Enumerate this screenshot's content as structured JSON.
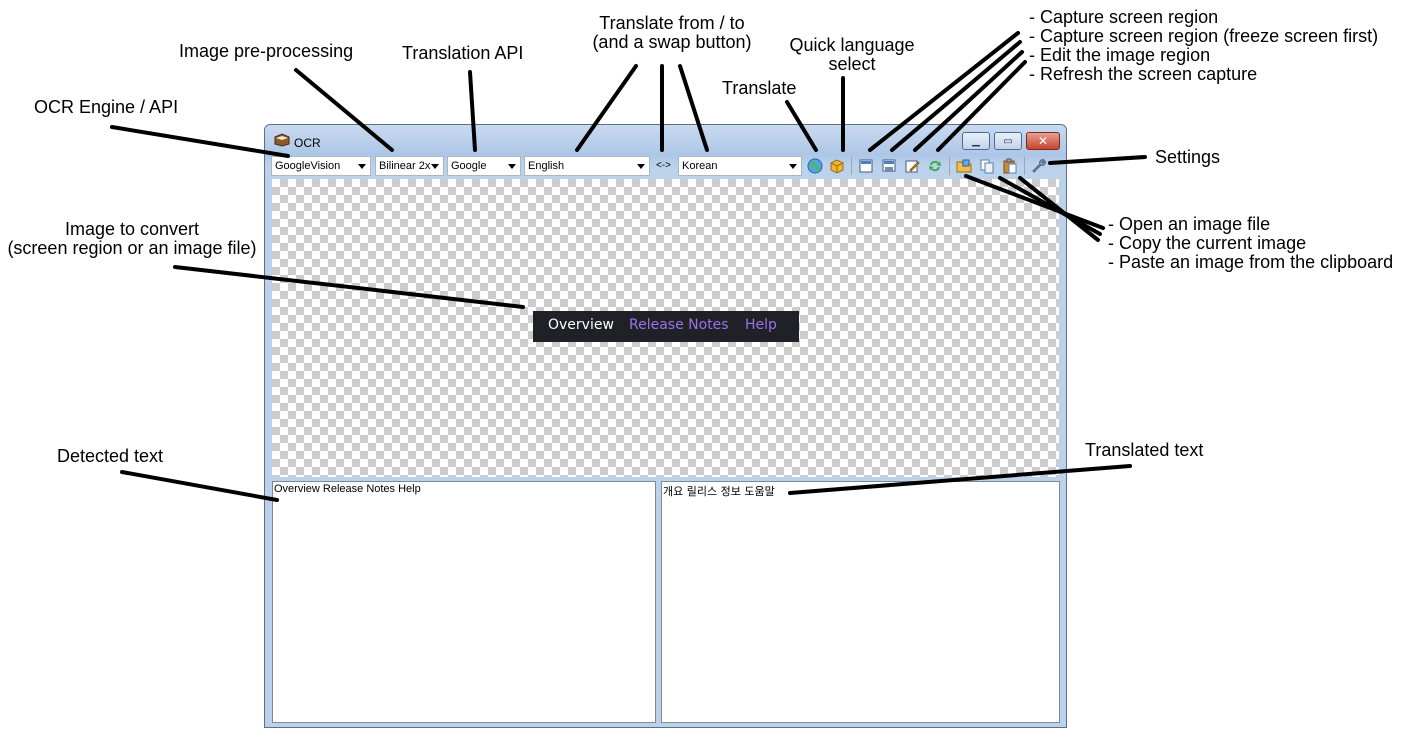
{
  "annotations": {
    "ocr_engine": "OCR Engine / API",
    "preprocessing": "Image pre-processing",
    "translation_api": "Translation API",
    "translate_from_to": [
      "Translate from / to",
      "(and a swap button)"
    ],
    "quick_language": [
      "Quick language",
      "select"
    ],
    "translate": "Translate",
    "capture": [
      "- Capture screen region",
      "- Capture screen region (freeze screen first)",
      "- Edit the image region",
      "- Refresh the screen capture"
    ],
    "settings": "Settings",
    "file_ops": [
      "- Open an image file",
      "- Copy the current  image",
      "- Paste an image from the clipboard"
    ],
    "image_to_convert": [
      "Image to convert",
      "(screen region or an image file)"
    ],
    "detected_text": "Detected text",
    "translated_text": "Translated text"
  },
  "window": {
    "title": "OCR",
    "toolbar": {
      "ocr_engine": "GoogleVision",
      "preprocess": "Bilinear 2x",
      "translation_api": "Google",
      "from_lang": "English",
      "swap_label": "<->",
      "to_lang": "Korean"
    },
    "image_strip": {
      "items": [
        "Overview",
        "Release Notes",
        "Help"
      ]
    },
    "detected_text": "Overview Release Notes Help",
    "translated_text": "개요 릴리스 정보 도움말"
  },
  "colors": {
    "strip_bg": "#1f2127",
    "strip_active": "#ffffff",
    "strip_link": "#9b72e8",
    "titlebar": "#bcd1ea",
    "close_button": "#c5452f"
  },
  "icons": [
    "book-icon",
    "translate-globe-icon",
    "quick-language-box-icon",
    "capture-region-icon",
    "capture-freeze-icon",
    "edit-region-icon",
    "refresh-icon",
    "open-folder-icon",
    "copy-icon",
    "paste-icon",
    "settings-wrench-icon"
  ]
}
